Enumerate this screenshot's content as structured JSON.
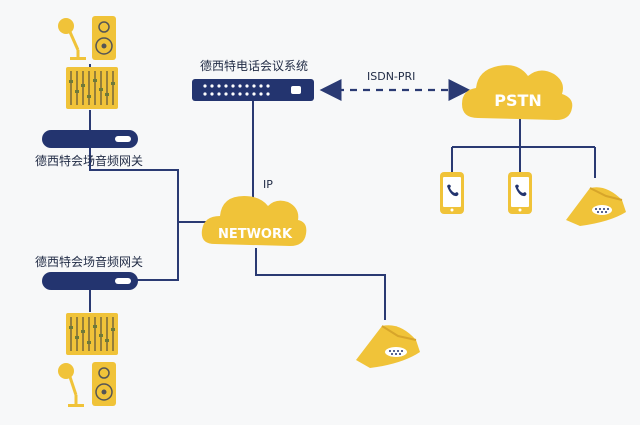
{
  "labels": {
    "pbx_system": "德西特电话会议系统",
    "gateway_top": "德西特会场音频网关",
    "gateway_bottom": "德西特会场音频网关",
    "isdn_link": "ISDN-PRI",
    "ip_link": "IP"
  },
  "clouds": {
    "pstn": "PSTN",
    "network": "NETWORK"
  },
  "colors": {
    "navy": "#23346f",
    "gold": "#f0c339",
    "gold_dark": "#d7a52a",
    "line": "#2a3a73"
  }
}
